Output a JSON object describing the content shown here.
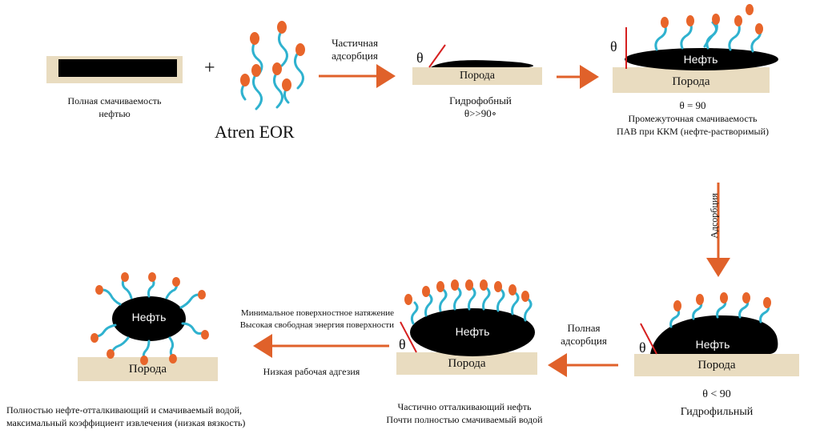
{
  "top": {
    "stage1_caption": [
      "Полная смачиваемость",
      "нефтью"
    ],
    "plus": "+",
    "surfactant_name": "Atren EOR",
    "arrow1_label": [
      "Частичная",
      "адсорбция"
    ],
    "stage2": {
      "rock": "Порода",
      "theta": "θ",
      "caption": [
        "Гидрофобный",
        "θ>>90∘"
      ]
    },
    "stage3": {
      "rock": "Порода",
      "oil": "Нефть",
      "theta": "θ",
      "caption": [
        "θ = 90",
        "Промежуточная смачиваемость",
        "ПАВ при ККМ (нефте-растворимый)"
      ]
    }
  },
  "vertical_arrow_label": "Адсорбция",
  "bottom": {
    "stage4": {
      "rock": "Порода",
      "oil": "Нефть",
      "theta": "θ",
      "caption": [
        "θ < 90",
        "Гидрофильный"
      ]
    },
    "arrow_full_label": [
      "Полная",
      "адсорбция"
    ],
    "stage5": {
      "rock": "Порода",
      "oil": "Нефть",
      "theta": "θ",
      "caption": [
        "Частично отталкивающий нефть",
        "Почти полностью смачиваемый водой"
      ]
    },
    "arrow_final_label_top": [
      "Минимальное поверхностное натяжение",
      "Высокая свободная энергия поверхности"
    ],
    "arrow_final_label_bottom": "Низкая рабочая адгезия",
    "stage6": {
      "rock": "Порода",
      "oil": "Нефть",
      "caption": [
        "Полностью нефте-отталкивающий и смачиваемый водой,",
        "максимальный коэффициент извлечения (низкая вязкость)"
      ]
    }
  },
  "colors": {
    "arrow": "#e0612a",
    "head": "#e8652a",
    "tail": "#2fb2cf",
    "oil": "#000000",
    "rock": "#e9dcc0",
    "contact_line": "#d62020"
  }
}
